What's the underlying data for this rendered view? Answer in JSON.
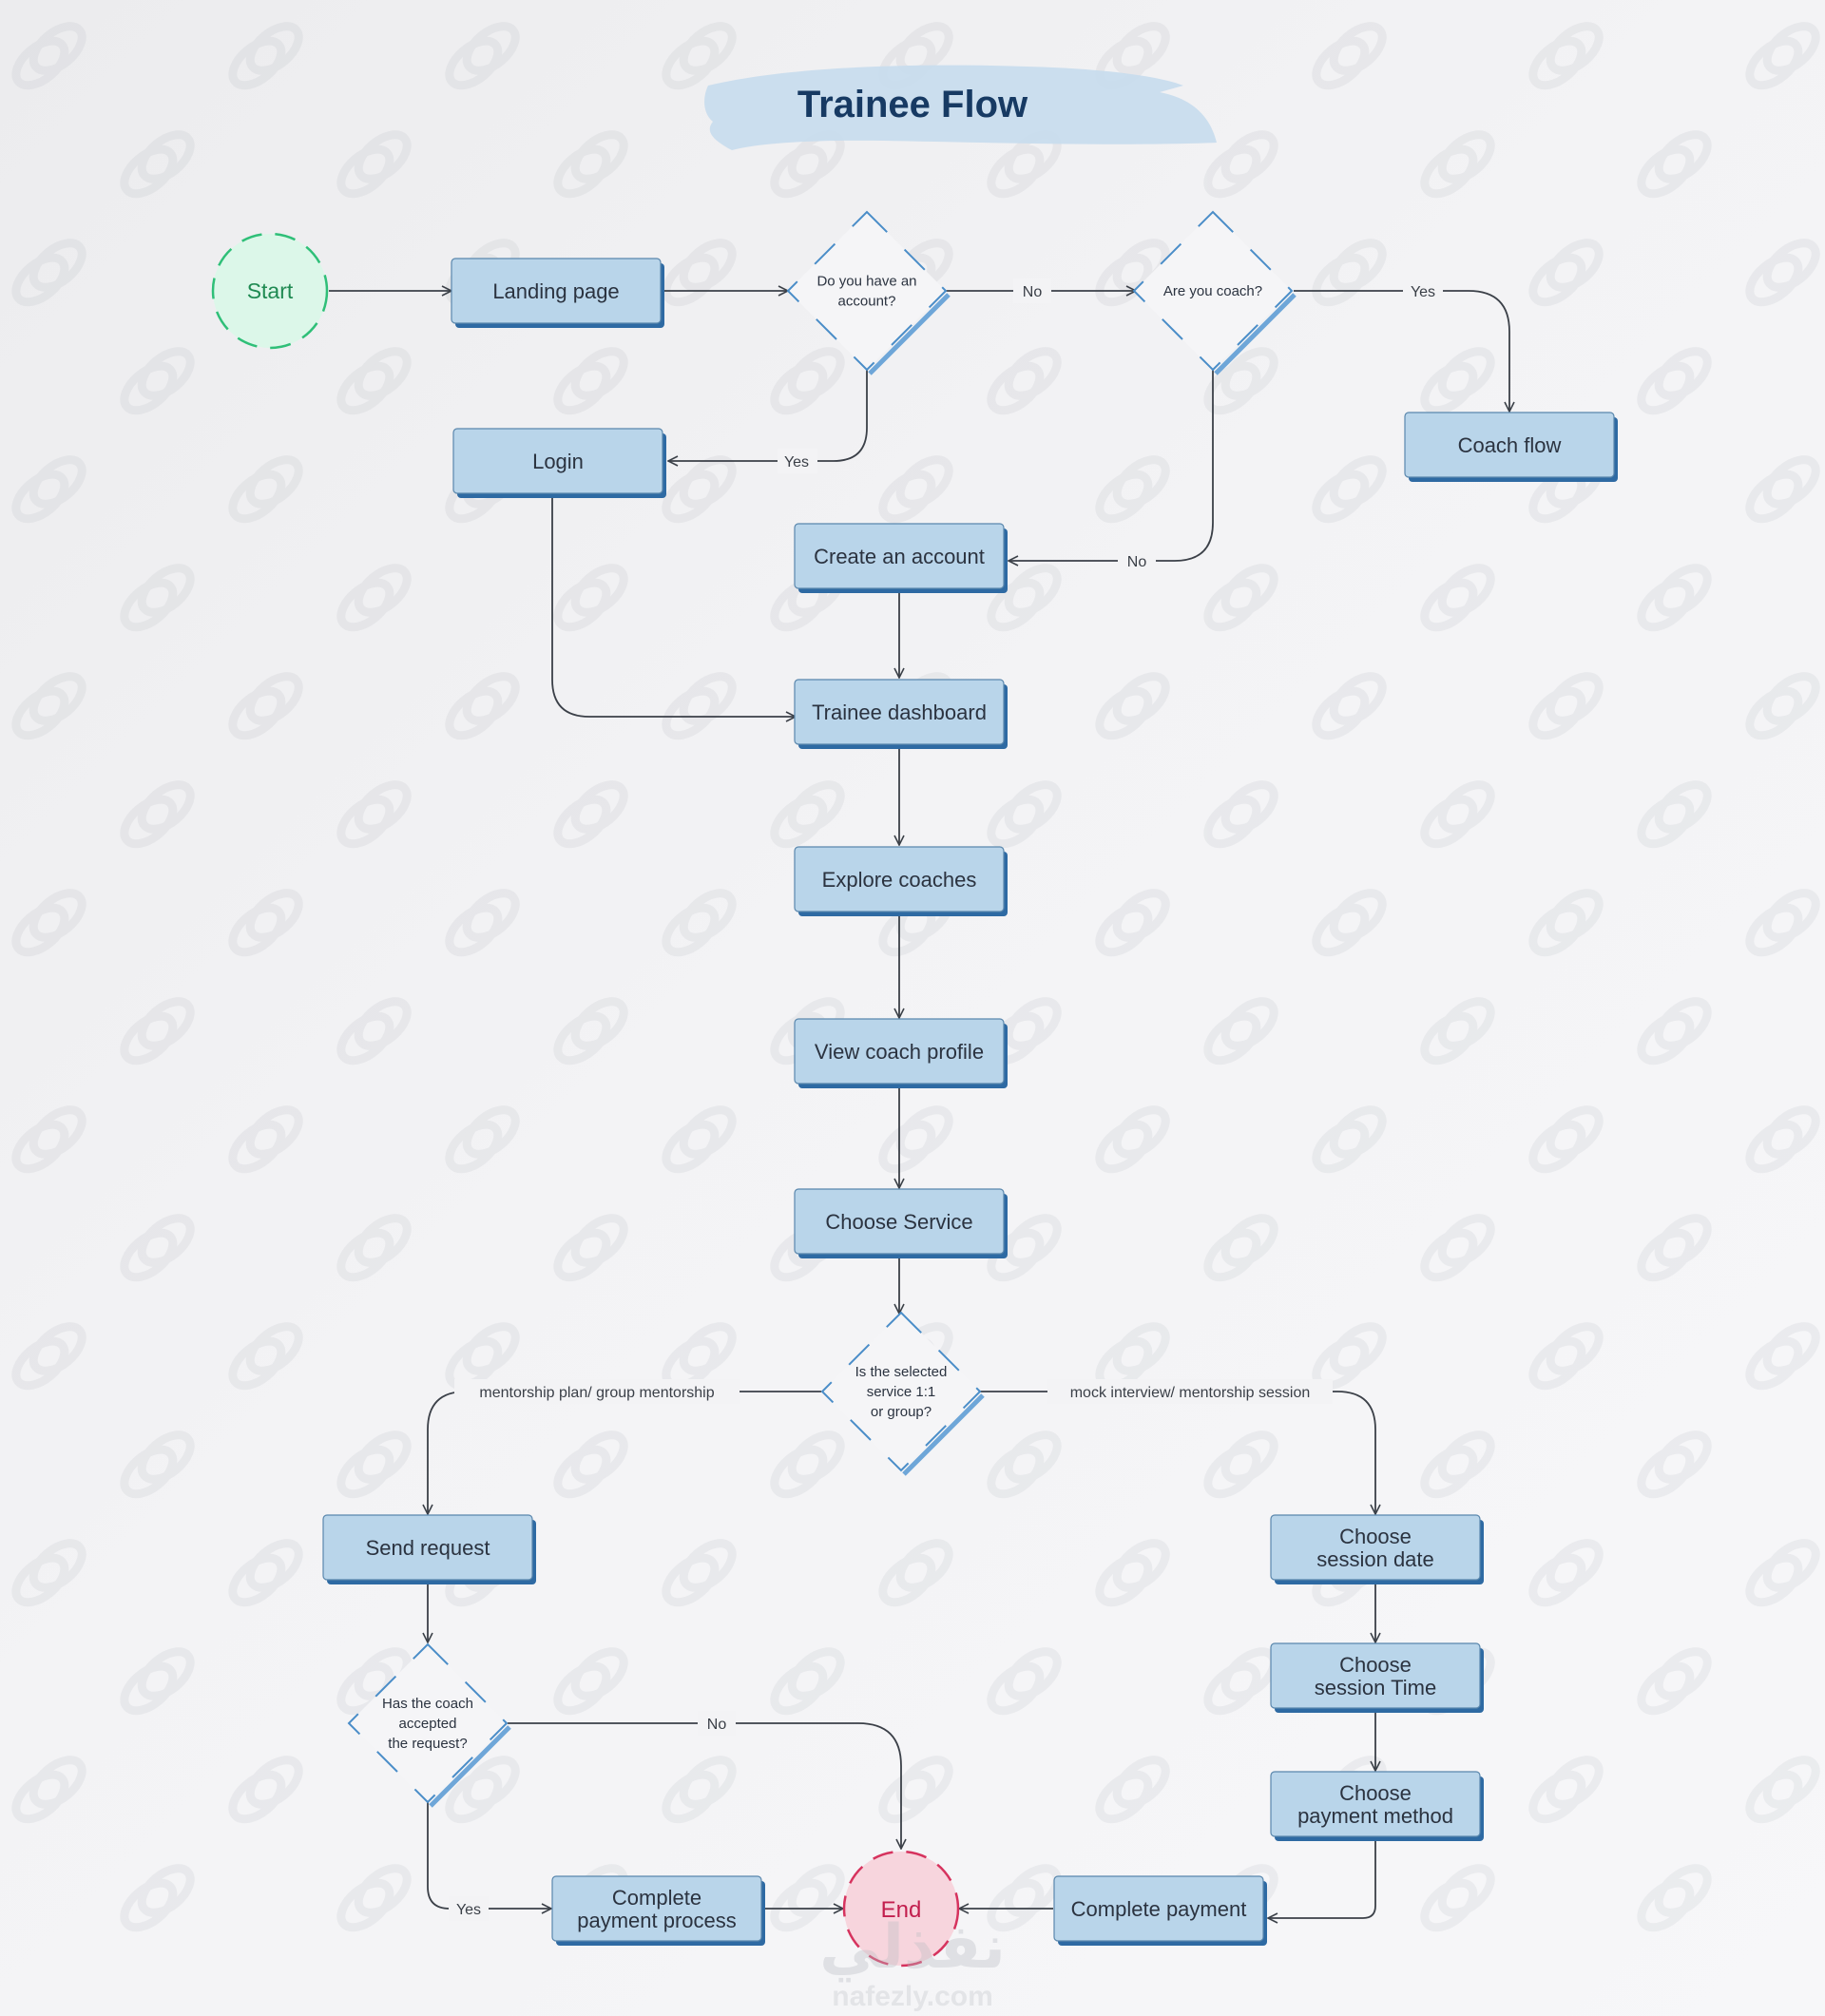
{
  "title": "Trainee Flow",
  "nodes": {
    "start": "Start",
    "landing": "Landing page",
    "has_account": [
      "Do you have an",
      "account?"
    ],
    "are_coach": "Are you coach?",
    "coach_flow": "Coach flow",
    "login": "Login",
    "create_account": "Create an account",
    "dashboard": "Trainee dashboard",
    "explore": "Explore coaches",
    "view_profile": "View coach profile",
    "choose_service": "Choose Service",
    "service_type": [
      "Is the selected",
      "service 1:1",
      "or group?"
    ],
    "send_request": "Send request",
    "coach_accepted": [
      "Has the coach",
      "accepted",
      "the request?"
    ],
    "complete_process": [
      "Complete",
      "payment process"
    ],
    "end": "End",
    "complete_payment": "Complete payment",
    "session_date": [
      "Choose",
      "session date"
    ],
    "session_time": [
      "Choose",
      "session Time"
    ],
    "payment_method": [
      "Choose",
      "payment method"
    ]
  },
  "edge_labels": {
    "account_no": "No",
    "coach_yes": "Yes",
    "account_yes": "Yes",
    "coach_no": "No",
    "group": "mentorship plan/ group mentorship",
    "one_on_one": "mock interview/ mentorship session",
    "accepted_no": "No",
    "accepted_yes": "Yes"
  },
  "watermark": {
    "arabic": "نفذلي",
    "latin": "nafezly.com"
  },
  "colors": {
    "box_fill": "#b9d5ea",
    "box_stroke": "#5a87ad",
    "box_shadow": "#2e6aa3",
    "title_text": "#173a63",
    "title_brush": "#c6dced",
    "start_stroke": "#2fbf78",
    "start_fill": "#dcf7e9",
    "start_text": "#1f8a52",
    "end_stroke": "#d6335e",
    "end_fill": "#f7d5dd",
    "end_text": "#c21f4e",
    "diamond_stroke": "#4a8dc8",
    "line": "#3b4048"
  }
}
